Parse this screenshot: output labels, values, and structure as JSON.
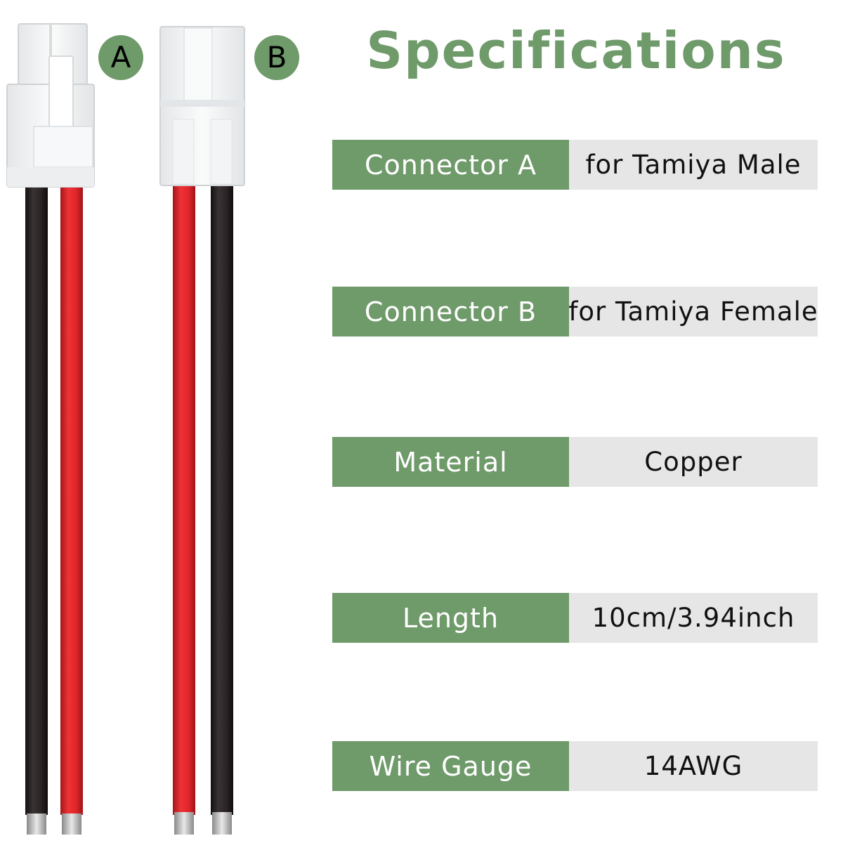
{
  "title": "Specifications",
  "badges": {
    "a": "A",
    "b": "B"
  },
  "colors": {
    "accent": "#6f9a6a",
    "value_bg": "#e6e6e6",
    "wire_red": "#e0262a",
    "wire_black": "#2a2425",
    "connector": "#f3f4f5"
  },
  "specs": [
    {
      "label": "Connector A",
      "value": "for Tamiya Male"
    },
    {
      "label": "Connector B",
      "value": "for Tamiya Female"
    },
    {
      "label": "Material",
      "value": "Copper"
    },
    {
      "label": "Length",
      "value": "10cm/3.94inch"
    },
    {
      "label": "Wire Gauge",
      "value": "14AWG"
    }
  ]
}
